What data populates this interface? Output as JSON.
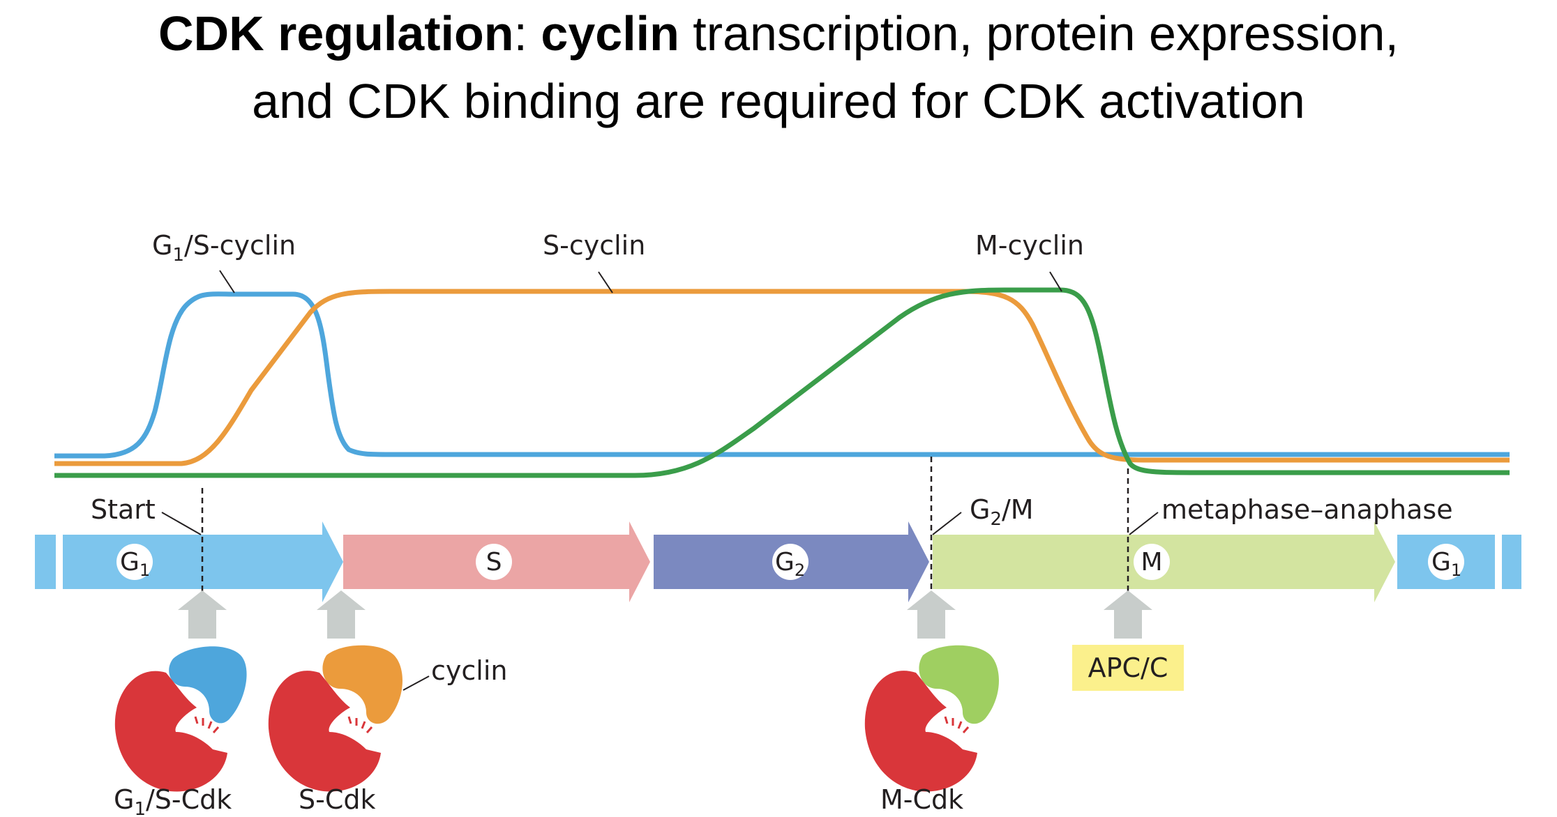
{
  "title": {
    "bold1": "CDK regulation",
    "sep": ": ",
    "bold2": "cyclin",
    "rest1": " transcription, protein expression,",
    "line2": "and CDK binding are required for CDK activation"
  },
  "cyclins": {
    "g1s": {
      "base": "G",
      "sub": "1",
      "rest": "/S-cyclin",
      "color": "#4ea6dc"
    },
    "s": {
      "label": "S-cyclin",
      "color": "#eb9b3c"
    },
    "m": {
      "label": "M-cyclin",
      "color": "#3a9d4a"
    }
  },
  "phases": {
    "g1": {
      "base": "G",
      "sub": "1",
      "color": "#7dc5ed"
    },
    "s": {
      "label": "S",
      "color": "#eba5a5"
    },
    "g2": {
      "base": "G",
      "sub": "2",
      "color": "#7b89c0"
    },
    "m": {
      "label": "M",
      "color": "#d3e4a0"
    },
    "g1_end": {
      "base": "G",
      "sub": "1"
    }
  },
  "transitions": {
    "start": "Start",
    "g2m": {
      "base": "G",
      "sub": "2",
      "rest": "/M"
    },
    "metaphase": "metaphase–anaphase"
  },
  "complexes": {
    "g1s_cdk": {
      "base": "G",
      "sub": "1",
      "rest": "/S-Cdk"
    },
    "s_cdk": "S-Cdk",
    "m_cdk": "M-Cdk",
    "cyclin_label": "cyclin",
    "cdk_color": "#d9363a"
  },
  "apc": {
    "label": "APC/C",
    "color": "#fbf08c"
  }
}
